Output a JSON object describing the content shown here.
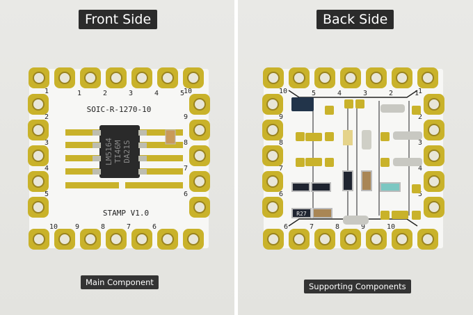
{
  "front": {
    "title": "Front Side",
    "caption": "Main Component",
    "board_name": "SOIC-R-1270-10",
    "version": "STAMP V1.0",
    "chip_marking": [
      "LM5164",
      "TI46M",
      "DA21S"
    ],
    "top_numbers": [
      "1",
      "2",
      "3",
      "4",
      "5"
    ],
    "left_numbers": [
      "1",
      "2",
      "3",
      "4",
      "5"
    ],
    "right_numbers": [
      "10",
      "9",
      "8",
      "7",
      "6"
    ],
    "bottom_numbers": [
      "10",
      "9",
      "8",
      "7",
      "6"
    ]
  },
  "back": {
    "title": "Back Side",
    "caption": "Supporting Components",
    "resistor_marking": "R27",
    "top_numbers": [
      "5",
      "4",
      "3",
      "2",
      "1"
    ],
    "left_numbers": [
      "10",
      "9",
      "8",
      "7",
      "6"
    ],
    "right_numbers": [
      "1",
      "2",
      "3",
      "4",
      "5"
    ],
    "bottom_numbers": [
      "6",
      "7",
      "8",
      "9",
      "10"
    ]
  },
  "colors": {
    "gold": "#c9b22a",
    "board": "#f7f7f5",
    "chip": "#2a2a2a"
  }
}
